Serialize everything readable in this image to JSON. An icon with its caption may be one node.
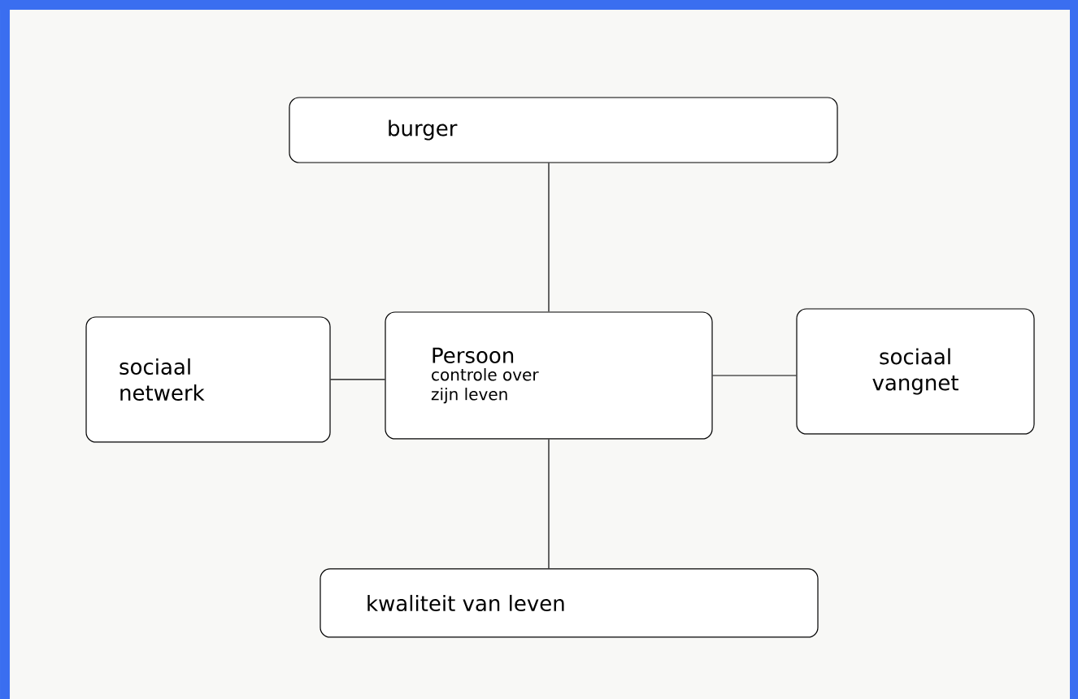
{
  "diagram": {
    "nodes": [
      {
        "text": [
          "burger"
        ]
      },
      {
        "text": [
          "sociaal netwerk"
        ]
      },
      {
        "text": [
          "Persoon",
          "controle over zijn leven"
        ]
      },
      {
        "text": [
          "sociaal vangnet"
        ]
      },
      {
        "text": [
          "kwaliteit van leven"
        ]
      }
    ],
    "edges": [
      {
        "from": 0,
        "to": 2,
        "arrow": "none"
      },
      {
        "from": 1,
        "to": 2,
        "arrow": "none"
      },
      {
        "from": 2,
        "to": 3,
        "arrow": "none"
      },
      {
        "from": 2,
        "to": 4,
        "arrow": "none"
      }
    ]
  }
}
